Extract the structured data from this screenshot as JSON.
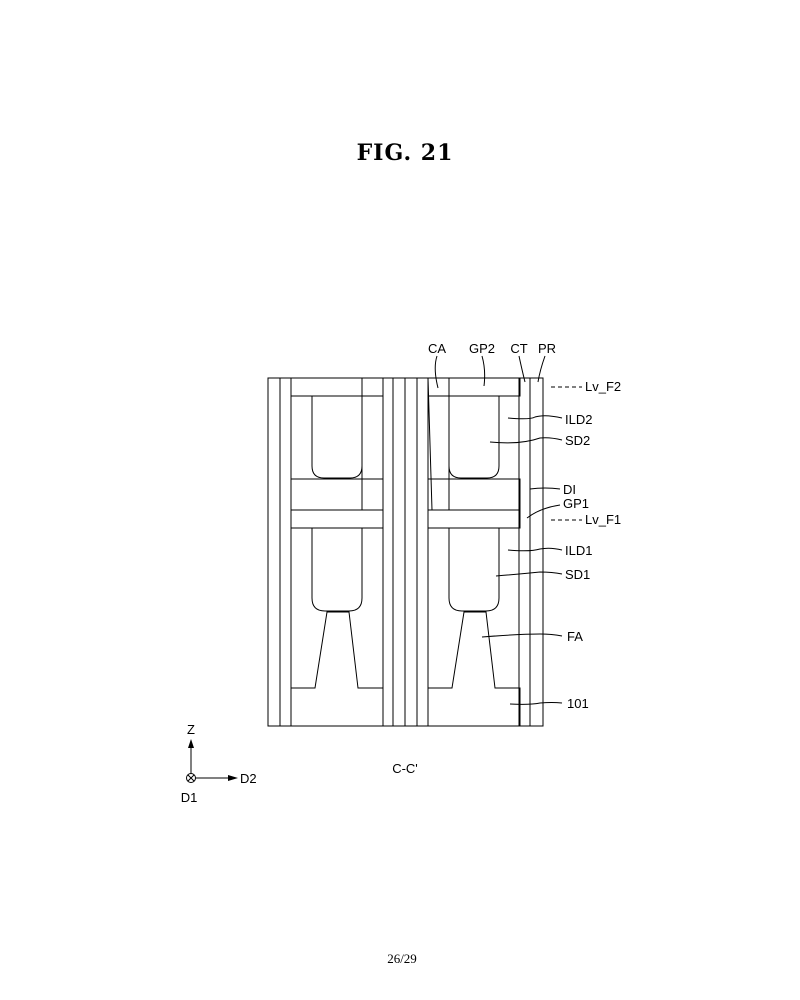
{
  "figure": {
    "title": "FIG. 21",
    "section_label": "C-C'",
    "page_number": "26/29"
  },
  "labels": {
    "ca": "CA",
    "gp2": "GP2",
    "ct": "CT",
    "pr": "PR",
    "lv_f2": "Lv_F2",
    "ild2": "ILD2",
    "sd2": "SD2",
    "di": "DI",
    "gp1": "GP1",
    "lv_f1": "Lv_F1",
    "ild1": "ILD1",
    "sd1": "SD1",
    "fa": "FA",
    "substrate": "101"
  },
  "axes": {
    "z": "Z",
    "d1": "D1",
    "d2": "D2"
  }
}
